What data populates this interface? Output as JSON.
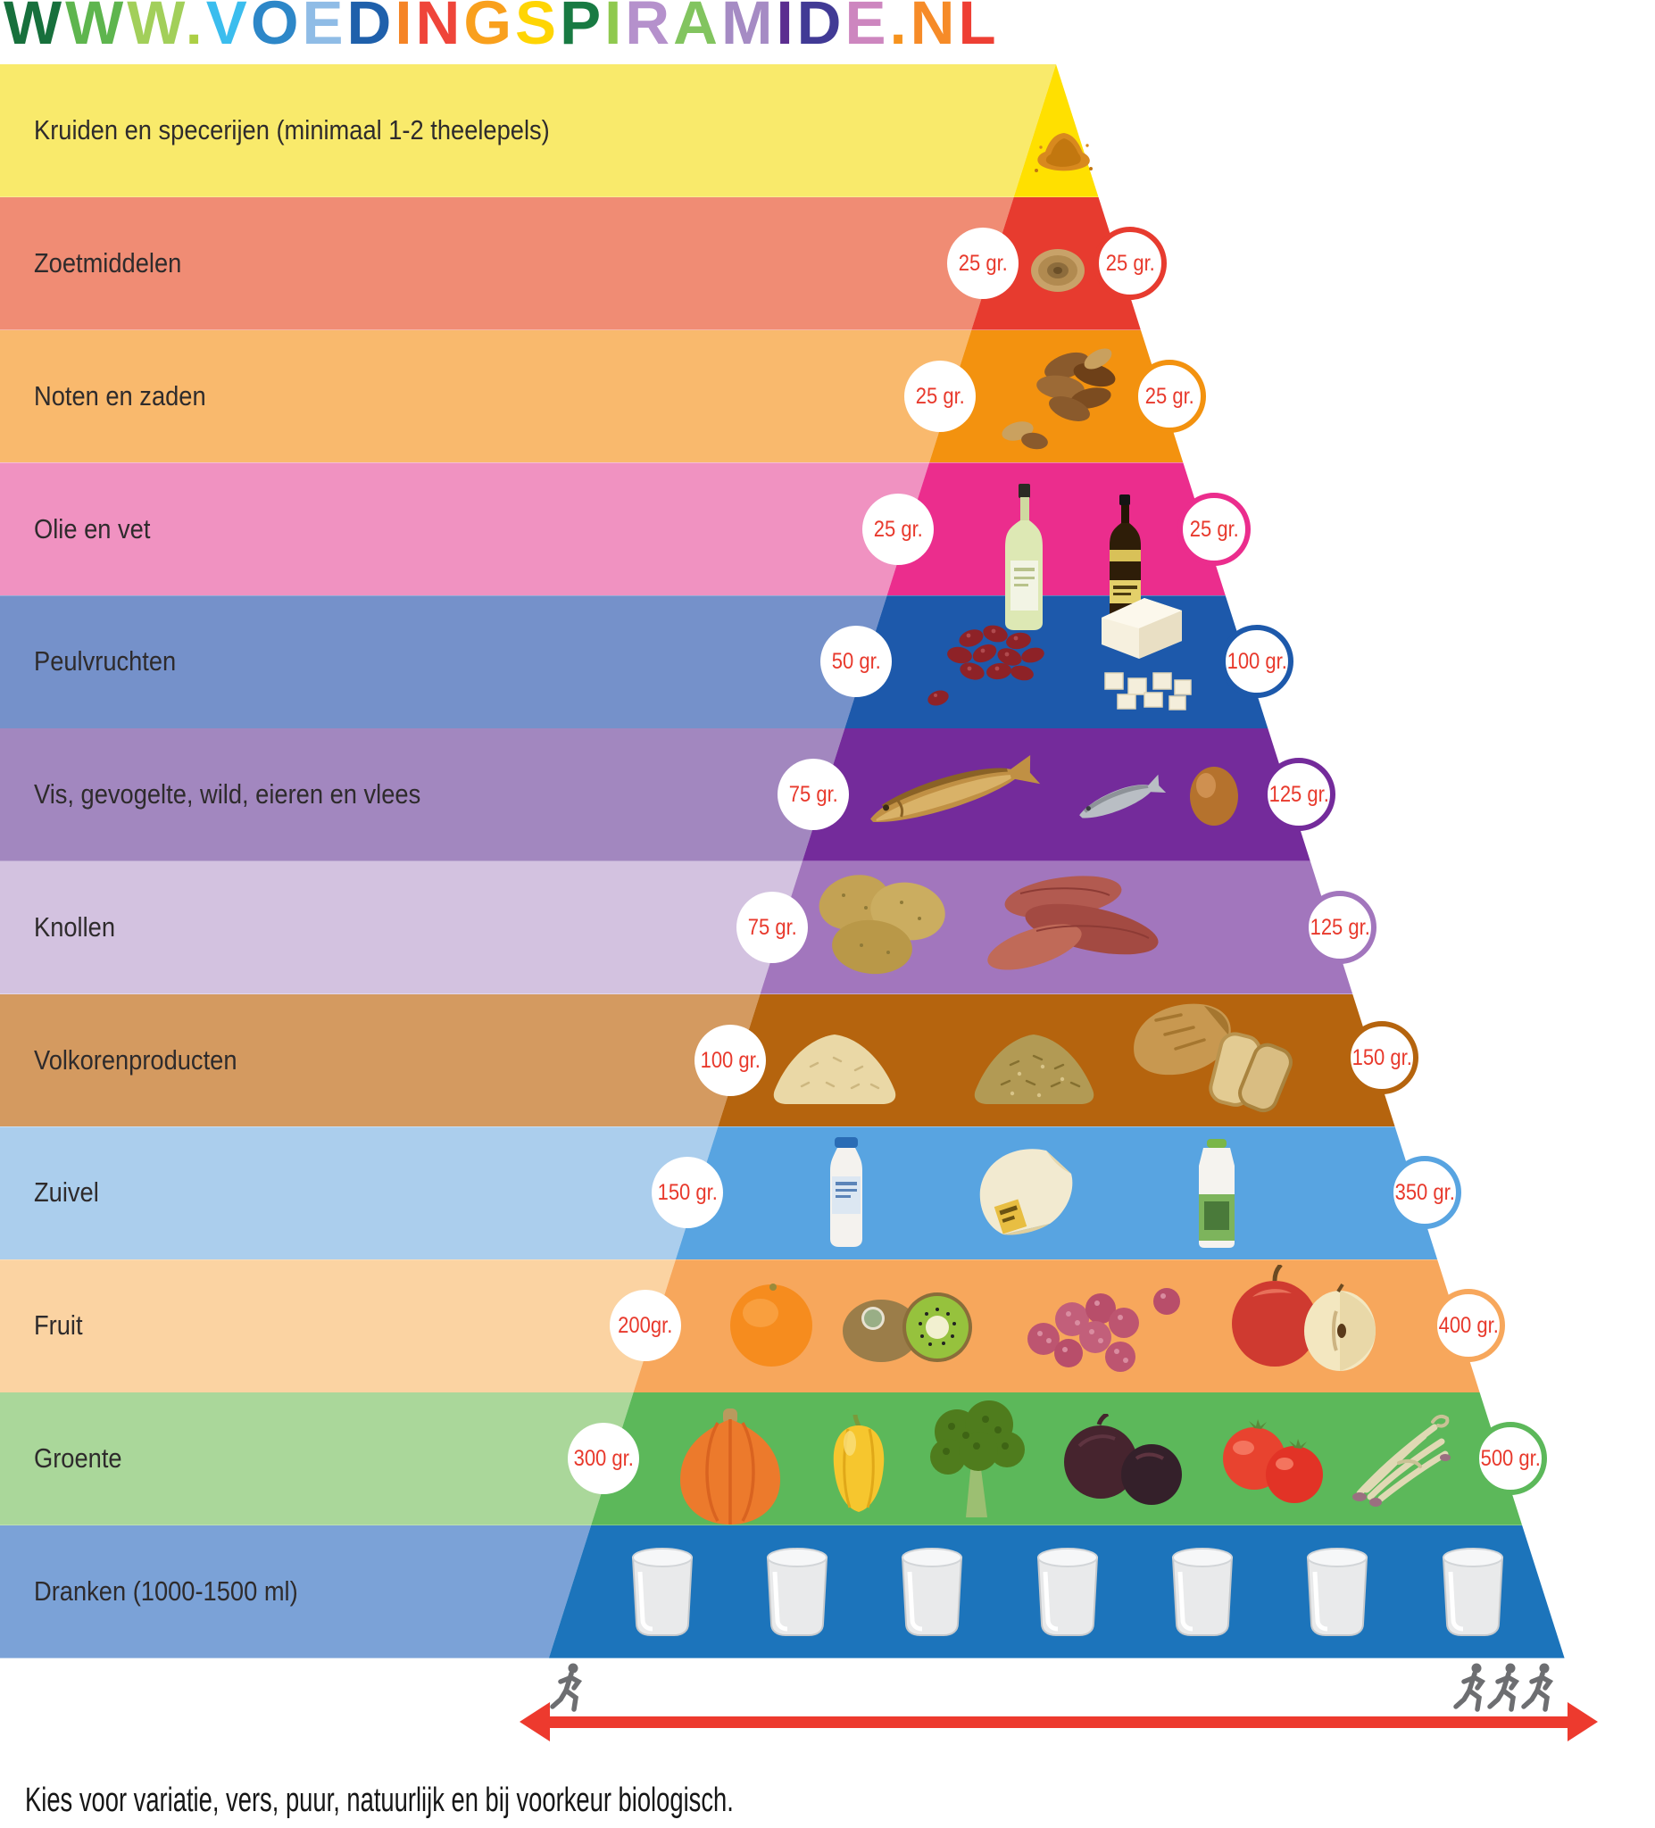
{
  "title": {
    "text": "WWW.VOEDINGSPIRAMIDE.NL",
    "letters": [
      {
        "ch": "W",
        "color": "#17703c"
      },
      {
        "ch": "W",
        "color": "#5eb54e"
      },
      {
        "ch": "W",
        "color": "#a2cf5a"
      },
      {
        "ch": ".",
        "color": "#accf45"
      },
      {
        "ch": "V",
        "color": "#3bbdee"
      },
      {
        "ch": "O",
        "color": "#2d87c8"
      },
      {
        "ch": "E",
        "color": "#8fbce6"
      },
      {
        "ch": "D",
        "color": "#1f60ab"
      },
      {
        "ch": "I",
        "color": "#f58426"
      },
      {
        "ch": "N",
        "color": "#ef453a"
      },
      {
        "ch": "G",
        "color": "#f9a01d"
      },
      {
        "ch": "S",
        "color": "#ffd503"
      },
      {
        "ch": "P",
        "color": "#187a42"
      },
      {
        "ch": "I",
        "color": "#8fc94f"
      },
      {
        "ch": "R",
        "color": "#b591cc"
      },
      {
        "ch": "A",
        "color": "#82c45f"
      },
      {
        "ch": "M",
        "color": "#a58bc4"
      },
      {
        "ch": "I",
        "color": "#5b2d90"
      },
      {
        "ch": "D",
        "color": "#413a95"
      },
      {
        "ch": "E",
        "color": "#cd86bf"
      },
      {
        "ch": ".",
        "color": "#f6931e"
      },
      {
        "ch": "N",
        "color": "#f68b28"
      },
      {
        "ch": "L",
        "color": "#ee3f34"
      }
    ]
  },
  "bands": [
    {
      "label": "Kruiden en specerijen (minimaal 1-2 theelepels)",
      "muted_color": "#f9ea6b",
      "pyramid_color": "#ffe000",
      "left_amount": "",
      "right_amount": "",
      "ring_color": "",
      "foods": [
        "spice-pile"
      ]
    },
    {
      "label": "Zoetmiddelen",
      "muted_color": "#f08c74",
      "pyramid_color": "#e73b2f",
      "left_amount": "25 gr.",
      "right_amount": "25 gr.",
      "ring_color": "#e73b2f",
      "foods": [
        "dried-fig"
      ]
    },
    {
      "label": "Noten en zaden",
      "muted_color": "#f9b96d",
      "pyramid_color": "#f3920f",
      "left_amount": "25 gr.",
      "right_amount": "25 gr.",
      "ring_color": "#f3920f",
      "foods": [
        "mixed-nuts"
      ]
    },
    {
      "label": "Olie en vet",
      "muted_color": "#f092c1",
      "pyramid_color": "#eb2d8d",
      "left_amount": "25 gr.",
      "right_amount": "25 gr.",
      "ring_color": "#eb2d8d",
      "foods": [
        "olive-oil-bottle",
        "dark-oil-bottle"
      ]
    },
    {
      "label": "Peulvruchten",
      "muted_color": "#7591ca",
      "pyramid_color": "#1d59ab",
      "left_amount": "50 gr.",
      "right_amount": "100 gr.",
      "ring_color": "#1d59ab",
      "foods": [
        "kidney-beans",
        "tofu-cubes"
      ]
    },
    {
      "label": "Vis, gevogelte, wild, eieren en  vlees",
      "muted_color": "#a287bf",
      "pyramid_color": "#742b9b",
      "left_amount": "75 gr.",
      "right_amount": "125 gr.",
      "ring_color": "#742b9b",
      "foods": [
        "smoked-fish",
        "silver-fish",
        "egg"
      ]
    },
    {
      "label": "Knollen",
      "muted_color": "#d3c2e0",
      "pyramid_color": "#a276bd",
      "left_amount": "75 gr.",
      "right_amount": "125 gr.",
      "ring_color": "#a276bd",
      "foods": [
        "potatoes",
        "sweet-potatoes"
      ]
    },
    {
      "label": "Volkorenproducten",
      "muted_color": "#d49a60",
      "pyramid_color": "#b5640e",
      "left_amount": "100 gr.",
      "right_amount": "150 gr.",
      "ring_color": "#b5640e",
      "foods": [
        "rice-pile",
        "grain-pile",
        "bread-loaf-and-slices"
      ]
    },
    {
      "label": "Zuivel",
      "muted_color": "#abceed",
      "pyramid_color": "#58a4e1",
      "left_amount": "150 gr.",
      "right_amount": "350 gr.",
      "ring_color": "#58a4e1",
      "foods": [
        "milk-bottle",
        "cheese-wedge",
        "yogurt-carton"
      ]
    },
    {
      "label": "Fruit",
      "muted_color": "#fbd3a2",
      "pyramid_color": "#f7a75c",
      "left_amount": "200gr.",
      "right_amount": "400 gr.",
      "ring_color": "#f7a75c",
      "foods": [
        "orange",
        "kiwi",
        "raspberries",
        "apple"
      ]
    },
    {
      "label": "Groente",
      "muted_color": "#aad79a",
      "pyramid_color": "#5cb85a",
      "left_amount": "300 gr.",
      "right_amount": "500 gr.",
      "ring_color": "#5cb85a",
      "foods": [
        "pumpkin",
        "yellow-pepper",
        "broccoli",
        "beets",
        "tomatoes",
        "bean-sprouts"
      ]
    },
    {
      "label": "Dranken (1000-1500 ml)",
      "muted_color": "#7ba2d7",
      "pyramid_color": "#1c74bb",
      "left_amount": "",
      "right_amount": "",
      "ring_color": "",
      "foods": [
        "water-glass",
        "water-glass",
        "water-glass",
        "water-glass",
        "water-glass",
        "water-glass",
        "water-glass"
      ]
    }
  ],
  "amount_text_color": "#e8392c",
  "footer": {
    "caption": "Kies voor variatie, vers, puur, natuurlijk en bij voorkeur biologisch.",
    "arrow_color": "#ed3a2e",
    "runner_color": "#6d6e71",
    "runners_left": 1,
    "runners_right": 3
  }
}
